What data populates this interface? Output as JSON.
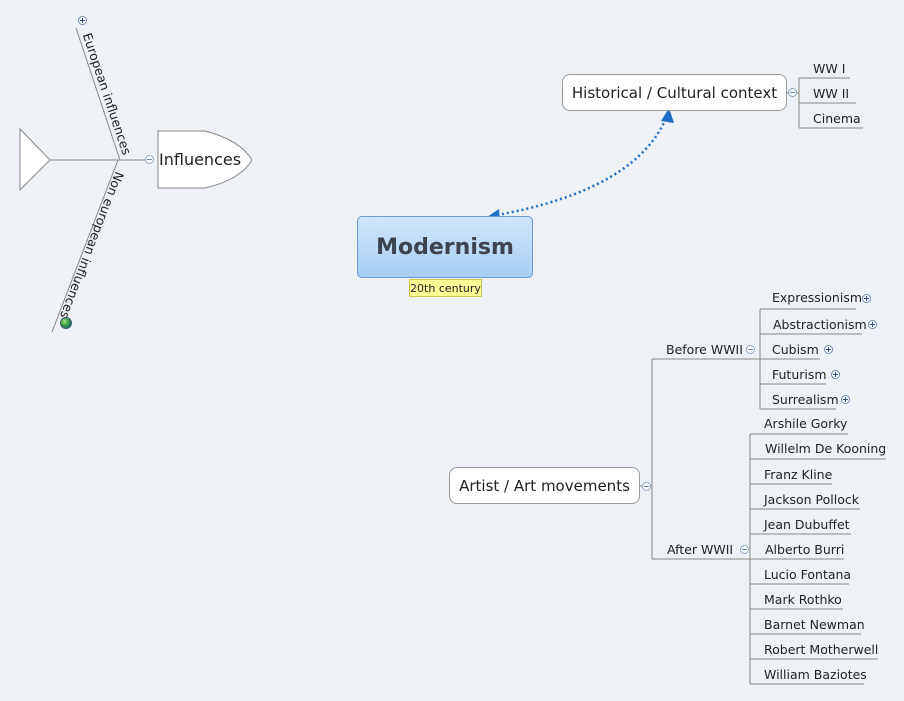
{
  "central": {
    "title": "Modernism",
    "label": "20th century"
  },
  "fishbone": {
    "head": "Influences",
    "branch_top": "European influences",
    "branch_bottom": "Non european influences"
  },
  "context": {
    "title": "Historical / Cultural context",
    "items": [
      "WW I",
      "WW II",
      "Cinema"
    ]
  },
  "art": {
    "title": "Artist / Art movements",
    "before": {
      "label": "Before WWII",
      "items": [
        "Expressionism",
        "Abstractionism",
        "Cubism",
        "Futurism",
        "Surrealism"
      ]
    },
    "after": {
      "label": "After WWII",
      "items": [
        "Arshile Gorky",
        "Willelm De Kooning",
        "Franz Kline",
        "Jackson Pollock",
        "Jean Dubuffet",
        "Alberto Burri",
        "Lucio Fontana",
        "Mark Rothko",
        "Barnet Newman",
        "Robert Motherwell",
        "William Baziotes"
      ]
    }
  },
  "colors": {
    "relationship": "#1f6fc5",
    "line": "#8c8c8c"
  }
}
